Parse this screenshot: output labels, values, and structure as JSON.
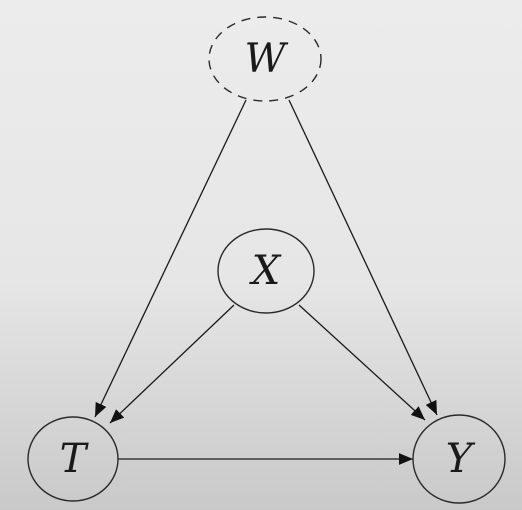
{
  "diagram": {
    "nodes": {
      "w": {
        "label": "W",
        "observed": false
      },
      "x": {
        "label": "X",
        "observed": true
      },
      "t": {
        "label": "T",
        "observed": true
      },
      "y": {
        "label": "Y",
        "observed": true
      }
    },
    "edges": [
      {
        "from": "W",
        "to": "T"
      },
      {
        "from": "W",
        "to": "Y"
      },
      {
        "from": "X",
        "to": "T"
      },
      {
        "from": "X",
        "to": "Y"
      },
      {
        "from": "T",
        "to": "Y"
      }
    ]
  }
}
